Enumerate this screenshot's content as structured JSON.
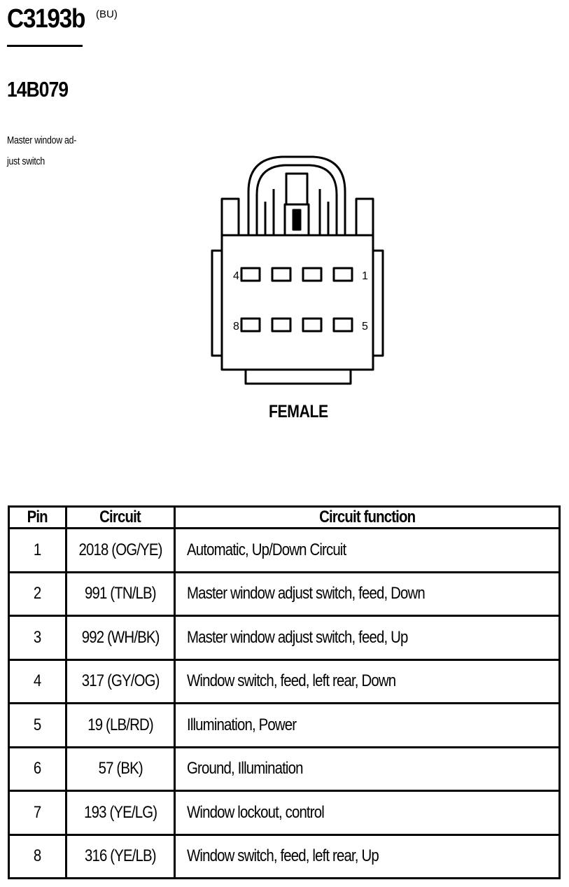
{
  "connector": {
    "id": "C3193b",
    "color_code": "(BU)",
    "part_number": "14B079",
    "component_name_lines": [
      "Master window ad-",
      "just switch"
    ],
    "gender": "FEMALE",
    "pin_labels": {
      "top_left": "4",
      "top_right": "1",
      "bottom_left": "8",
      "bottom_right": "5"
    }
  },
  "table": {
    "headers": {
      "pin": "Pin",
      "circuit": "Circuit",
      "function": "Circuit function"
    },
    "rows": [
      {
        "pin": "1",
        "circuit": "2018 (OG/YE)",
        "function": "Automatic, Up/Down Circuit"
      },
      {
        "pin": "2",
        "circuit": "991 (TN/LB)",
        "function": "Master window adjust switch, feed, Down"
      },
      {
        "pin": "3",
        "circuit": "992 (WH/BK)",
        "function": "Master window adjust switch, feed, Up"
      },
      {
        "pin": "4",
        "circuit": "317 (GY/OG)",
        "function": "Window switch, feed, left rear, Down"
      },
      {
        "pin": "5",
        "circuit": "19 (LB/RD)",
        "function": "Illumination, Power"
      },
      {
        "pin": "6",
        "circuit": "57 (BK)",
        "function": "Ground, Illumination"
      },
      {
        "pin": "7",
        "circuit": "193 (YE/LG)",
        "function": "Window lockout, control"
      },
      {
        "pin": "8",
        "circuit": "316 (YE/LB)",
        "function": "Window switch, feed, left rear, Up"
      }
    ]
  }
}
